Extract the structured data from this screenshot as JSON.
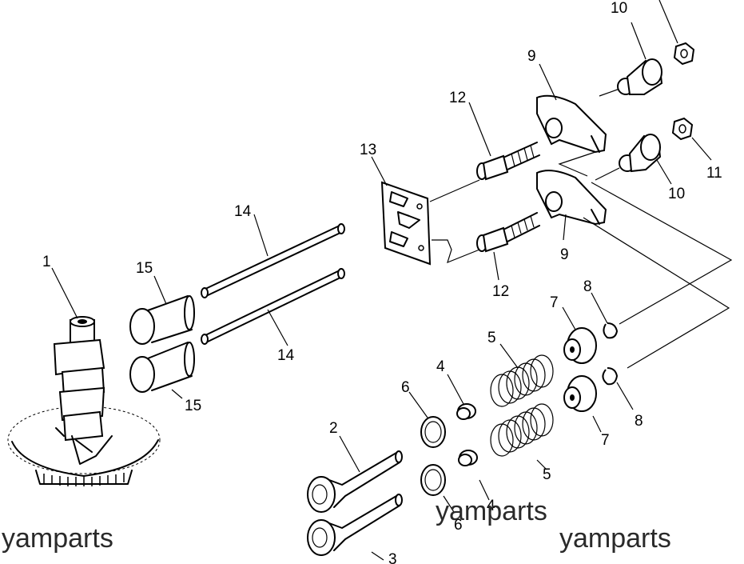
{
  "labels": {
    "p1": "1",
    "p2": "2",
    "p3": "3",
    "p4a": "4",
    "p4b": "4",
    "p5a": "5",
    "p5b": "5",
    "p6a": "6",
    "p6b": "6",
    "p7a": "7",
    "p7b": "7",
    "p8a": "8",
    "p8b": "8",
    "p9a": "9",
    "p9b": "9",
    "p10a": "10",
    "p10b": "10",
    "p11": "11",
    "p12a": "12",
    "p12b": "12",
    "p13": "13",
    "p14a": "14",
    "p14b": "14",
    "p15a": "15",
    "p15b": "15"
  },
  "watermarks": [
    "yamparts",
    "yamparts",
    "yamparts"
  ]
}
